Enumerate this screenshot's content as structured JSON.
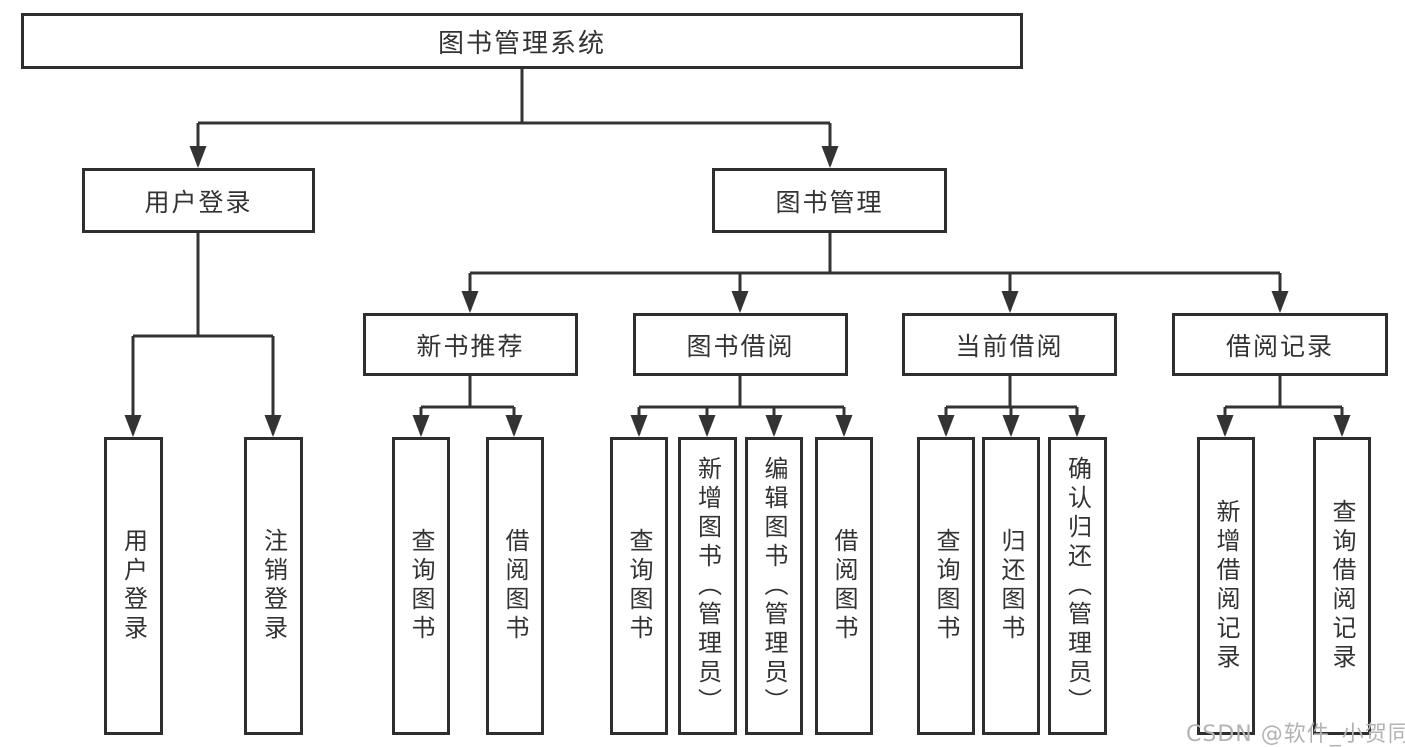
{
  "page": {
    "background": "#ffffff"
  },
  "colors": {
    "line": "#333333",
    "box_border": "#2e2e2e",
    "text": "#333333",
    "watermark": "#b3b3b3"
  },
  "watermark": {
    "text": "CSDN @软件_小贺同学"
  },
  "tree": {
    "root": {
      "label": "图书管理系统"
    },
    "branches": [
      {
        "label": "用户登录",
        "leaves": [
          {
            "label": "用户登录"
          },
          {
            "label": "注销登录"
          }
        ]
      },
      {
        "label": "图书管理",
        "modules": [
          {
            "label": "新书推荐",
            "leaves": [
              {
                "label": "查询图书"
              },
              {
                "label": "借阅图书"
              }
            ]
          },
          {
            "label": "图书借阅",
            "leaves": [
              {
                "label": "查询图书"
              },
              {
                "label": "新增图书（管理员）"
              },
              {
                "label": "编辑图书（管理员）"
              },
              {
                "label": "借阅图书"
              }
            ]
          },
          {
            "label": "当前借阅",
            "leaves": [
              {
                "label": "查询图书"
              },
              {
                "label": "归还图书"
              },
              {
                "label": "确认归还（管理员）"
              }
            ]
          },
          {
            "label": "借阅记录",
            "leaves": [
              {
                "label": "新增借阅记录"
              },
              {
                "label": "查询借阅记录"
              }
            ]
          }
        ]
      }
    ]
  }
}
